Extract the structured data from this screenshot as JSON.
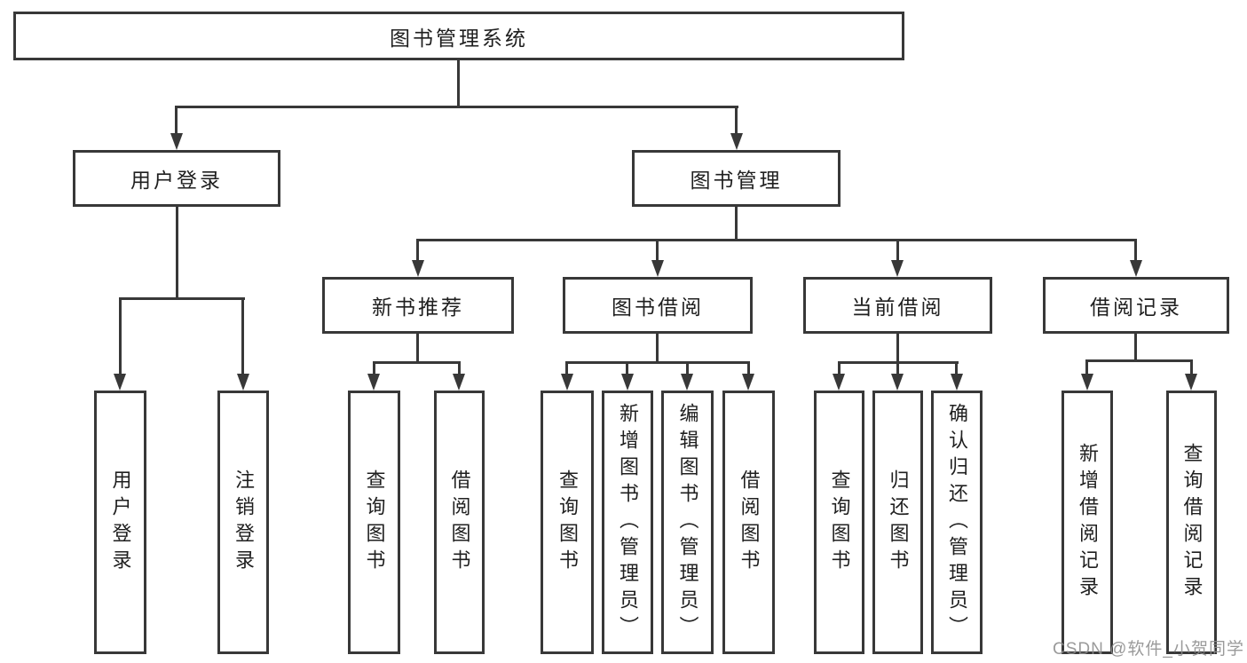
{
  "diagram_type": "functional-structure-tree",
  "colors": {
    "background": "#ffffff",
    "line": "#383838",
    "box_border": "#383838",
    "text": "#1f1f1f",
    "watermark": "#8c8c8c"
  },
  "watermark": {
    "text": "CSDN @软件_小贺同学"
  },
  "tree": {
    "label": "图书管理系统",
    "children": [
      {
        "label": "用户登录",
        "children": [
          {
            "label": "用户登录"
          },
          {
            "label": "注销登录"
          }
        ]
      },
      {
        "label": "图书管理",
        "children": [
          {
            "label": "新书推荐",
            "children": [
              {
                "label": "查询图书"
              },
              {
                "label": "借阅图书"
              }
            ]
          },
          {
            "label": "图书借阅",
            "children": [
              {
                "label": "查询图书"
              },
              {
                "label": "新增图书（管理员）"
              },
              {
                "label": "编辑图书（管理员）"
              },
              {
                "label": "借阅图书"
              }
            ]
          },
          {
            "label": "当前借阅",
            "children": [
              {
                "label": "查询图书"
              },
              {
                "label": "归还图书"
              },
              {
                "label": "确认归还（管理员）"
              }
            ]
          },
          {
            "label": "借阅记录",
            "children": [
              {
                "label": "新增借阅记录"
              },
              {
                "label": "查询借阅记录"
              }
            ]
          }
        ]
      }
    ]
  }
}
